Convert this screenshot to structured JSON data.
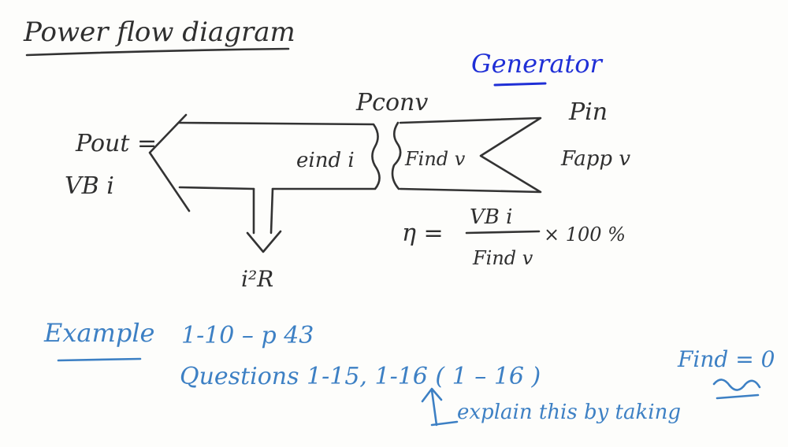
{
  "title": "Power flow diagram",
  "machine": "Generator",
  "labels": {
    "p_conv": "Pconv",
    "p_in": "Pin",
    "f_app_v": "Fapp v",
    "p_out": "Pout =",
    "vb_i": "VB i",
    "e_ind_i": "eind i",
    "f_ind_v": "Find v",
    "loss": "i²R"
  },
  "efficiency": {
    "symbol": "η =",
    "numerator": "VB i",
    "denominator": "Find v",
    "factor": "× 100 %"
  },
  "notes": {
    "example": "Example",
    "example_ref": "1-10  –  p 43",
    "questions": "Questions   1-15,  1-16   ( 1 – 16 )",
    "explain": "explain this by taking",
    "find_zero": "Find = 0"
  },
  "colors": {
    "black_ink": "#2f2f2f",
    "blue_ink": "#3d80c4",
    "navy_ink": "#1f2fd6",
    "background": "#fdfdfb"
  }
}
